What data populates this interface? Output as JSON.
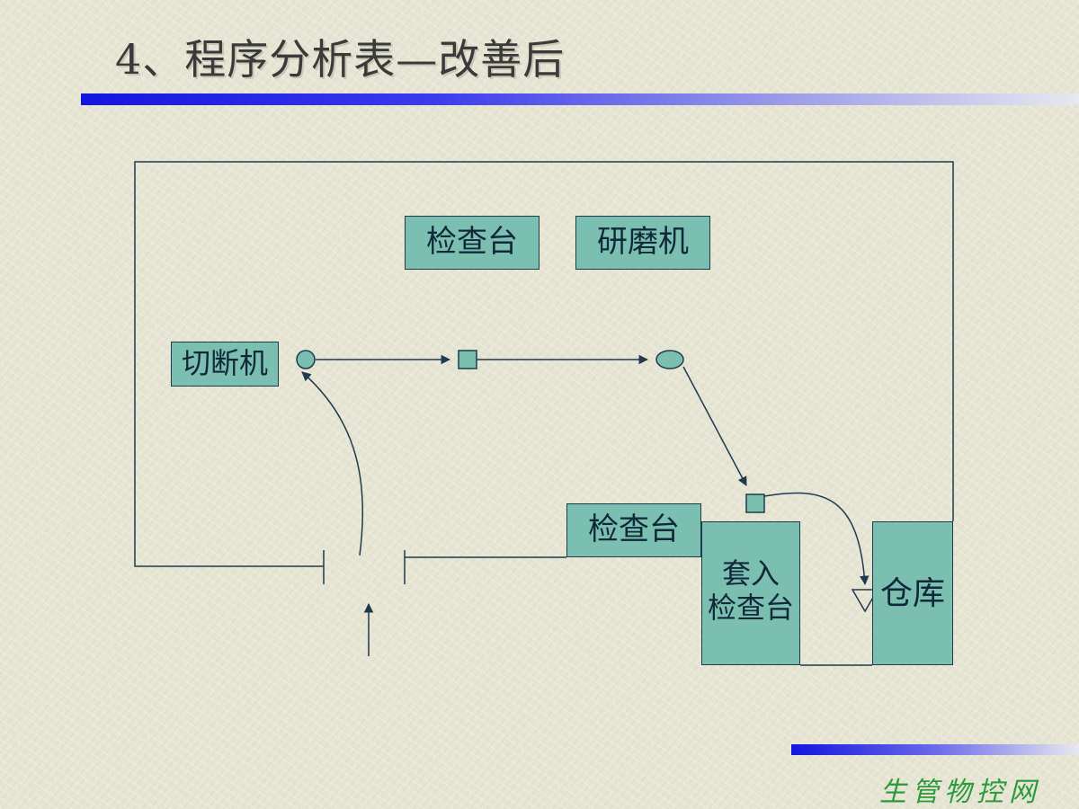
{
  "title": "4、程序分析表—改善后",
  "boxes": {
    "inspection_top": "检查台",
    "grinder": "研磨机",
    "cutter": "切断机",
    "inspection_bottom": "检查台",
    "sleeve_line1": "套入",
    "sleeve_line2": "检查台",
    "warehouse": "仓库"
  },
  "logo_text": "生管物控网",
  "colors": {
    "box_fill": "#7bbfb0",
    "line": "#1e3a4e",
    "accent_bar": "#1414e0",
    "logo": "#2a9a3a"
  }
}
